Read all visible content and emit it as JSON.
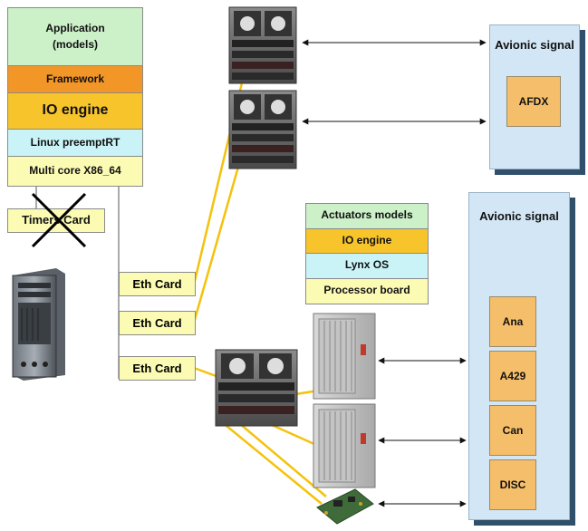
{
  "host_stack": [
    "Application (models)",
    "Framework",
    "IO engine",
    "Linux preemptRT",
    "Multi core X86_64"
  ],
  "host_stack_lines": [
    [
      "Application",
      "(models)"
    ]
  ],
  "timers_card": "Timers Card",
  "eth_cards": [
    "Eth Card",
    "Eth Card",
    "Eth Card"
  ],
  "target_stack": [
    "Actuators models",
    "IO engine",
    "Lynx OS",
    "Processor board"
  ],
  "avionic_top": {
    "title": "Avionic signal",
    "items": [
      "AFDX"
    ]
  },
  "avionic_bottom": {
    "title": "Avionic signal",
    "items": [
      "Ana",
      "A429",
      "Can",
      "DISC"
    ]
  },
  "icons": [
    "pc-tower-icon",
    "network-switch-icon",
    "vme-rack-icon",
    "circuit-board-icon",
    "double-arrow-icon",
    "cross-out-icon"
  ],
  "colors": {
    "cable": "#f4c20d",
    "panel": "#d2e6f5",
    "panel_shadow": "#2f4f6a",
    "signal_box": "#f4be6a"
  }
}
